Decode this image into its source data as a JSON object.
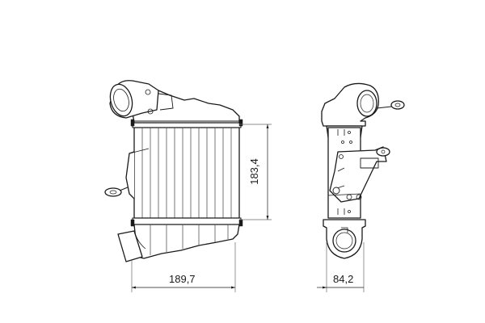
{
  "drawing": {
    "subject": "intercooler technical drawing",
    "views": [
      {
        "name": "front-view"
      },
      {
        "name": "side-view"
      }
    ],
    "dimensions": {
      "width": {
        "label": "189,7",
        "value": 189.7,
        "unit": "mm"
      },
      "height": {
        "label": "183,4",
        "value": 183.4,
        "unit": "mm"
      },
      "depth": {
        "label": "84,2",
        "value": 84.2,
        "unit": "mm"
      }
    },
    "colors": {
      "line": "#1a1a1a",
      "thin_line": "#6a6a6a",
      "background": "#ffffff"
    }
  }
}
